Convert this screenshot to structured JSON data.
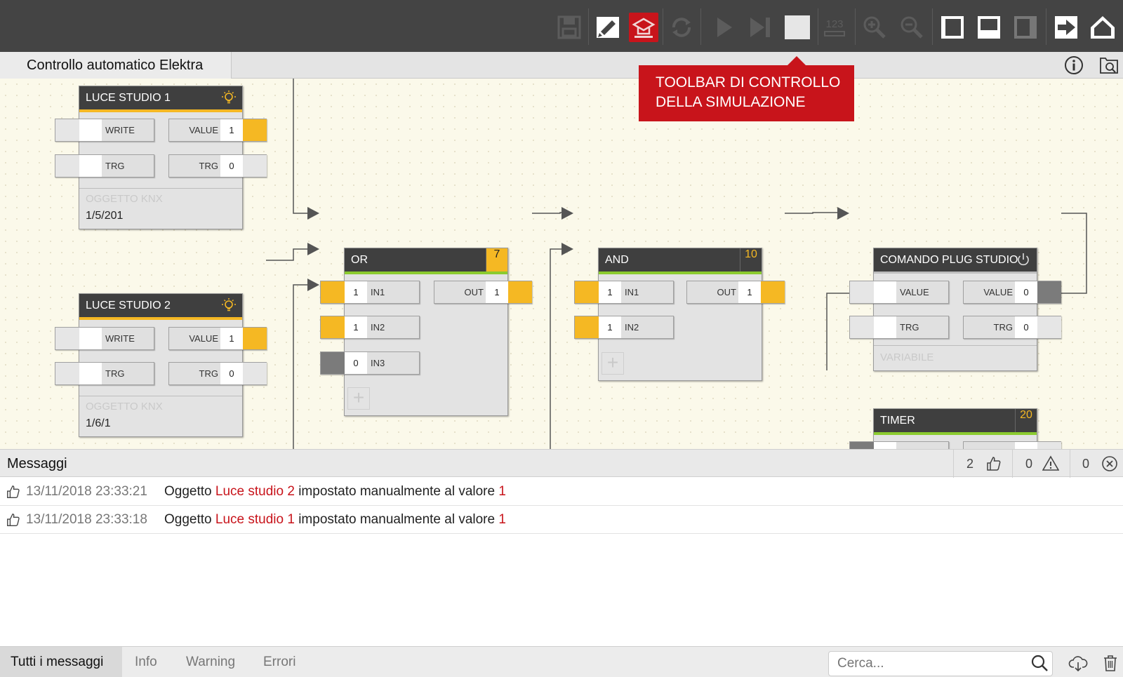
{
  "toolbar": {
    "buttons": [
      "save-icon",
      "brush-icon",
      "simulation-icon",
      "refresh-icon",
      "play-icon",
      "step-forward-icon",
      "stop-icon",
      "values-icon",
      "zoom-in-icon",
      "zoom-out-icon",
      "left-panel-icon",
      "bottom-panel-icon",
      "right-panel-icon",
      "exit-icon",
      "home-icon"
    ],
    "values_label": "123"
  },
  "tab": {
    "title": "Controllo automatico Elektra"
  },
  "tooltip": {
    "line1": "TOOLBAR DI CONTROLLO",
    "line2": "DELLA SIMULAZIONE"
  },
  "blocks": {
    "luce1": {
      "title": "LUCE STUDIO 1",
      "in_write": "WRITE",
      "in_trg": "TRG",
      "out_value_label": "VALUE",
      "out_value": "1",
      "out_trg_label": "TRG",
      "out_trg": "0",
      "info_label": "OGGETTO KNX",
      "info_value": "1/5/201"
    },
    "luce2": {
      "title": "LUCE STUDIO 2",
      "in_write": "WRITE",
      "in_trg": "TRG",
      "out_value_label": "VALUE",
      "out_value": "1",
      "out_trg_label": "TRG",
      "out_trg": "0",
      "info_label": "OGGETTO KNX",
      "info_value": "1/6/1"
    },
    "or": {
      "title": "OR",
      "number": "7",
      "in1_label": "IN1",
      "in1": "1",
      "in2_label": "IN2",
      "in2": "1",
      "in3_label": "IN3",
      "in3": "0",
      "out_label": "OUT",
      "out": "1"
    },
    "and": {
      "title": "AND",
      "number": "10",
      "in1_label": "IN1",
      "in1": "1",
      "in2_label": "IN2",
      "in2": "1",
      "out_label": "OUT",
      "out": "1"
    },
    "plug": {
      "title": "COMANDO PLUG STUDIO",
      "in_value": "VALUE",
      "in_trg": "TRG",
      "out_value_label": "VALUE",
      "out_value": "0",
      "out_trg_label": "TRG",
      "out_trg": "0",
      "info_label": "VARIABILE"
    },
    "timer": {
      "title": "TIMER",
      "number": "20"
    }
  },
  "messages": {
    "title": "Messaggi",
    "count_ok": "2",
    "count_warning": "0",
    "count_error": "0",
    "rows": [
      {
        "time": "13/11/2018 23:33:21",
        "pre": "Oggetto ",
        "object": "Luce studio 2",
        "mid": " impostato manualmente al valore ",
        "value": "1"
      },
      {
        "time": "13/11/2018 23:33:18",
        "pre": "Oggetto ",
        "object": "Luce studio 1",
        "mid": " impostato manualmente al valore ",
        "value": "1"
      }
    ]
  },
  "filters": {
    "all": "Tutti i messaggi",
    "info": "Info",
    "warning": "Warning",
    "errors": "Errori"
  },
  "search": {
    "placeholder": "Cerca..."
  },
  "colors": {
    "accent_red": "#c8141b",
    "signal_yellow": "#f5b823",
    "header_dark": "#3f3f3f",
    "stripe_green": "#8bcb2f"
  }
}
